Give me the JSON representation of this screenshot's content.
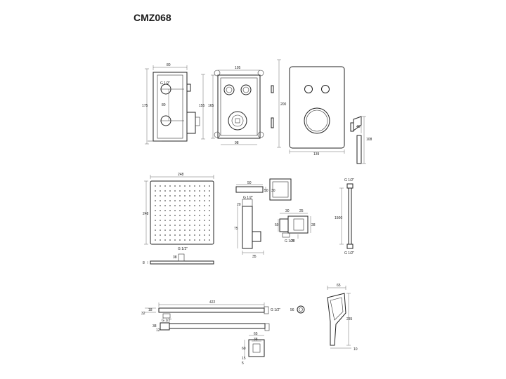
{
  "title": "CMZ068",
  "valve": {
    "side_width": "80",
    "side_height_outer": "175",
    "side_height_inner": "155",
    "side_thread": "G 1/2\"",
    "side_mid": "80",
    "box_width": "105",
    "box_height": "165",
    "box_bottom": "98",
    "plate_height": "200",
    "plate_width": "139",
    "handle_width": "45",
    "handle_height": "108"
  },
  "head": {
    "top_width": "248",
    "left_height": "248",
    "thread": "G 1/2\"",
    "thread_depth": "38",
    "thickness": "8"
  },
  "elbow": {
    "top_width": "50",
    "top_height": "50",
    "side_height": "30",
    "thread_top": "G 1/2\"",
    "height": "75",
    "depth": "20",
    "bottom_width": "35",
    "mount_a": "30",
    "mount_b": "25",
    "mount_left": "50",
    "mount_right": "28",
    "mount_bottom": "28",
    "mount_thread": "G 1/2\""
  },
  "hose": {
    "thread_top": "G 1/2\"",
    "length": "1500",
    "thread_bottom": "G 1/2\""
  },
  "arm": {
    "length": "422",
    "height": "32",
    "offset": "18",
    "thread_right": "G 1/2\"",
    "end_size": "56",
    "thread_left": "G 1/2\"",
    "lower_a": "38",
    "lower_b": "12"
  },
  "holder": {
    "width": "65",
    "inner": "38",
    "height": "60",
    "depth_a": "15",
    "depth_b": "5"
  },
  "handshower": {
    "width": "65",
    "length": "235",
    "base": "10"
  }
}
